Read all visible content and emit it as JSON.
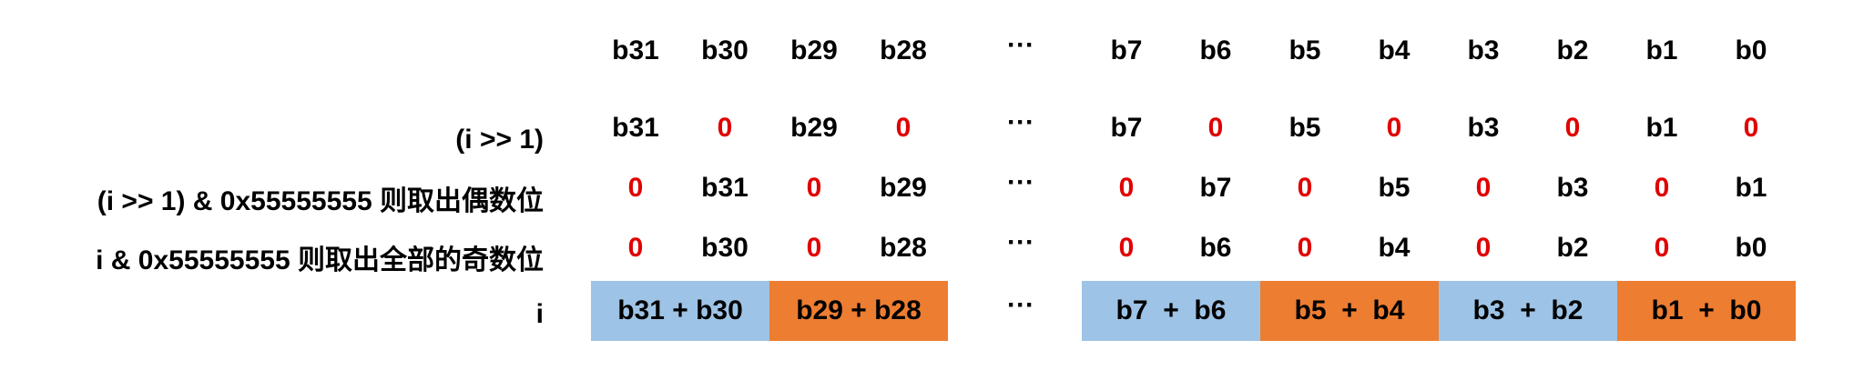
{
  "colors": {
    "zero": "#e00000",
    "blue": "#9dc3e6",
    "orange": "#ed7d31"
  },
  "labels": {
    "shift": "(i >> 1)",
    "even": "(i >> 1) & 0x55555555 则取出偶数位",
    "odd": "i & 0x55555555  则取出全部的奇数位",
    "result": "i"
  },
  "ellipsis": "···",
  "rows": {
    "bits": [
      "b31",
      "b30",
      "b29",
      "b28",
      "b7",
      "b6",
      "b5",
      "b4",
      "b3",
      "b2",
      "b1",
      "b0"
    ],
    "shift": [
      "b31",
      "0",
      "b29",
      "0",
      "b7",
      "0",
      "b5",
      "0",
      "b3",
      "0",
      "b1",
      "0"
    ],
    "even": [
      "0",
      "b31",
      "0",
      "b29",
      "0",
      "b7",
      "0",
      "b5",
      "0",
      "b3",
      "0",
      "b1"
    ],
    "odd": [
      "0",
      "b30",
      "0",
      "b28",
      "0",
      "b6",
      "0",
      "b4",
      "0",
      "b2",
      "0",
      "b0"
    ]
  },
  "result_blocks": [
    {
      "text": "b31 + b30",
      "color": "blue"
    },
    {
      "text": "b29 + b28",
      "color": "orange"
    },
    {
      "text": "b7  +  b6",
      "color": "blue"
    },
    {
      "text": "b5  +  b4",
      "color": "orange"
    },
    {
      "text": "b3  +  b2",
      "color": "blue"
    },
    {
      "text": "b1  +  b0",
      "color": "orange"
    }
  ]
}
